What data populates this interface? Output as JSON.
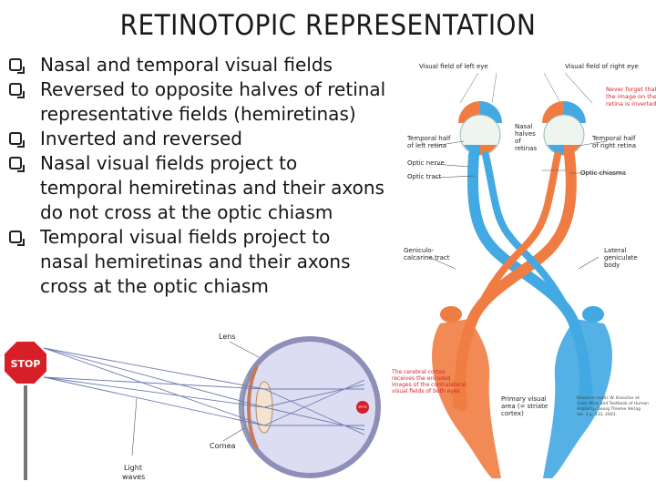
{
  "title": "RETINOTOPIC REPRESENTATION",
  "bullets": [
    {
      "lines": [
        "Nasal and temporal visual fields"
      ]
    },
    {
      "lines": [
        "Reversed to opposite halves of retinal",
        "representative fields (hemiretinas)"
      ]
    },
    {
      "lines": [
        "Inverted and reversed"
      ]
    },
    {
      "lines": [
        "Nasal visual fields project to",
        "temporal hemiretinas and their axons",
        "do not cross at the optic chiasm"
      ]
    },
    {
      "lines": [
        "Temporal visual fields project to",
        "nasal hemiretinas and their axons",
        "cross at the optic chiasm"
      ]
    }
  ],
  "pathway": {
    "left_field": "Visual field of left eye",
    "right_field": "Visual field of right eye",
    "note": [
      "Never forget that",
      "the image on the",
      "retina is inverted."
    ],
    "temporal_left": [
      "Temporal half",
      "of left retina"
    ],
    "nasal_halves": [
      "Nasal",
      "halves",
      "of",
      "retinas"
    ],
    "temporal_right": [
      "Temporal half",
      "of right retina"
    ],
    "optic_nerve": "Optic nerve",
    "optic_tract": "Optic tract",
    "optic_chiasma": "Optic chiasma",
    "geniculo": [
      "Geniculo-",
      "calcarine tract"
    ],
    "lateral_geniculate": [
      "Lateral",
      "geniculate",
      "body"
    ],
    "cortex_note": [
      "The cerebral cortex",
      "receives the encoded",
      "images of the contralateral",
      "visual fields of both eyes."
    ],
    "primary_visual": [
      "Primary visual",
      "area (= striate",
      "cortex)"
    ],
    "citation": [
      "Based on matls W. Kroscher et.",
      "Color Atlas and Textbook of Human",
      "Anatomy. Georg Thieme Verlag",
      "Vol. 3 p. 333, 2003."
    ]
  },
  "eye": {
    "stop_sign": "STOP",
    "lens": "Lens",
    "cornea": "Cornea",
    "light_waves": [
      "Light",
      "waves"
    ],
    "inverted_stop": "STOP"
  },
  "colors": {
    "orange": "#ef7d43",
    "blue": "#43a9e2",
    "red_note": "#d8262b",
    "stop_red": "#d61f26"
  }
}
